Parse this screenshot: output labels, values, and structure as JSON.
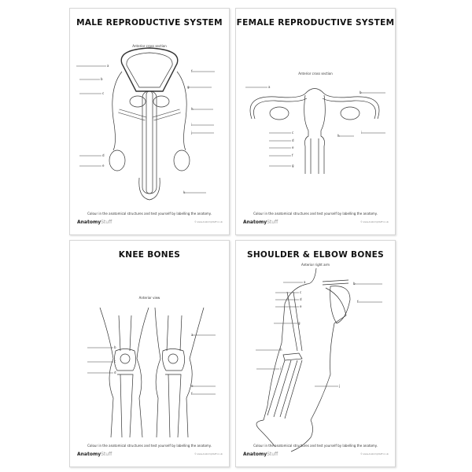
{
  "sheets": [
    {
      "title": "MALE REPRODUCTIVE SYSTEM",
      "subtitle": "Anterior cross section",
      "labels": [
        "a",
        "b",
        "c",
        "d",
        "e",
        "f",
        "g",
        "h",
        "i",
        "j",
        "k"
      ]
    },
    {
      "title": "FEMALE REPRODUCTIVE SYSTEM",
      "subtitle": "Anterior cross section",
      "labels": [
        "a",
        "b",
        "c",
        "d",
        "e",
        "f",
        "g",
        "h",
        "i"
      ]
    },
    {
      "title": "KNEE BONES",
      "subtitle": "Anterior view",
      "labels": [
        "a",
        "b",
        "c",
        "d",
        "e",
        "f"
      ]
    },
    {
      "title": "SHOULDER & ELBOW BONES",
      "subtitle": "Anterior right arm",
      "labels": [
        "a",
        "b",
        "c",
        "d",
        "e",
        "f",
        "g",
        "h",
        "i",
        "j"
      ]
    }
  ],
  "footer": "Colour in the anatomical structures and test yourself by labelling the anatomy.",
  "logo": {
    "bold": "Anatomy",
    "light": "Stuff"
  },
  "copyright": "© www.AnatomyStuff.co.uk"
}
